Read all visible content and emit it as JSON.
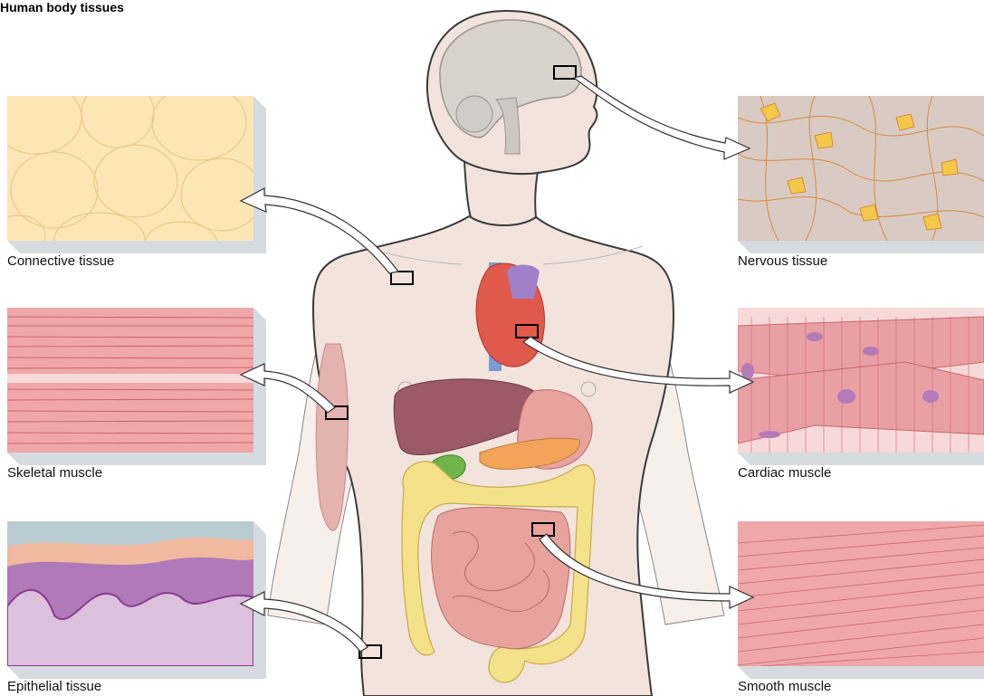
{
  "title": "Human body tissues",
  "tissues": {
    "connective": "Connective tissue",
    "skeletal": "Skeletal muscle",
    "epithelial": "Epithelial tissue",
    "nervous": "Nervous tissue",
    "cardiac": "Cardiac muscle",
    "smooth": "Smooth muscle"
  },
  "colors": {
    "skin": "#f2e4dc",
    "skin_outline": "#3a3a3a",
    "connective_fill": "#fde6b4",
    "connective_line": "#e9c98a",
    "muscle_fill": "#f0a7a8",
    "muscle_line": "#c9676f",
    "epithelial_top": "#b9cbd1",
    "epithelial_peach": "#f1b9a0",
    "epithelial_purple": "#b07ab8",
    "epithelial_lilac": "#dcc1dd",
    "nervous_bg": "#d9cbc3",
    "nervous_line": "#d98a3a",
    "nervous_cell": "#f5c84a",
    "cardiac_fill": "#e9a0a4",
    "cardiac_nucleus": "#b57bb8",
    "heart": "#e0594a",
    "liver": "#9b5a66",
    "stomach": "#e8a39e",
    "intestine": "#e8a39e",
    "colon": "#f4e28a",
    "gallbladder": "#6fb54a",
    "pancreas": "#f2a45a",
    "panel_shadow": "#d6dbe0"
  }
}
